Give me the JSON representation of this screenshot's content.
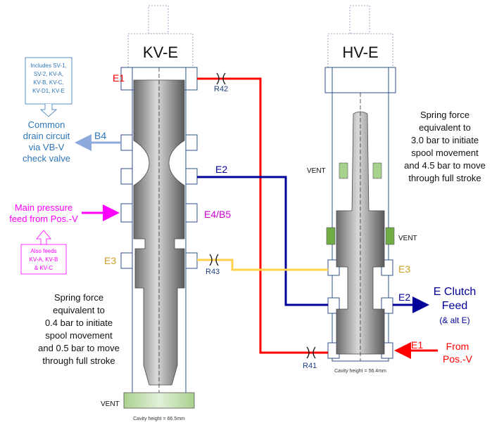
{
  "valves": {
    "kve": {
      "title": "KV-E",
      "cavity_note": "Cavity height = 66.5mm",
      "vent_label": "VENT",
      "spring_note": [
        "Spring force",
        "equivalent to",
        "0.4 bar to initiate",
        "spool movement",
        "and 0.5 bar to move",
        "through full stroke"
      ]
    },
    "hve": {
      "title": "HV-E",
      "cavity_note": "Cavity height = 56.4mm",
      "vent_upper": "VENT",
      "vent_lower": "VENT",
      "spring_note": [
        "Spring force",
        "equivalent to",
        "3.0 bar to initiate",
        "spool movement",
        "and 4.5 bar to move",
        "through full stroke"
      ]
    }
  },
  "ports": {
    "kve_e1": "E1",
    "kve_b4": "B4",
    "kve_e2": "E2",
    "kve_e4b5": "E4/B5",
    "kve_e3": "E3",
    "hve_e3": "E3",
    "hve_e2": "E2",
    "hve_e1": "E1"
  },
  "orifices": {
    "r42": "R42",
    "r43": "R43",
    "r41": "R41"
  },
  "callouts": {
    "includes_box": [
      "Includes SV-1,",
      "SV-2, KV-A,",
      "KV-B, KV-C,",
      "KV-D1, KV-E"
    ],
    "drain": [
      "Common",
      "drain circuit",
      "via VB-V",
      "check valve"
    ],
    "main_pressure": [
      "Main pressure",
      "feed from Pos.-V"
    ],
    "also_feeds": [
      "Also feeds",
      "KV-A, KV-B",
      "& KV-C"
    ],
    "clutch_feed": [
      "E Clutch",
      "Feed"
    ],
    "clutch_alt": "(& alt E)",
    "from_posv": [
      "From",
      "Pos.-V"
    ]
  },
  "colors": {
    "e1": "#ff0000",
    "e2": "#000099",
    "e3": "#ffd24d",
    "b4": "#8ea9db",
    "main": "#ff00ff",
    "drain": "#2e75b6",
    "vent": "#92c47d"
  }
}
